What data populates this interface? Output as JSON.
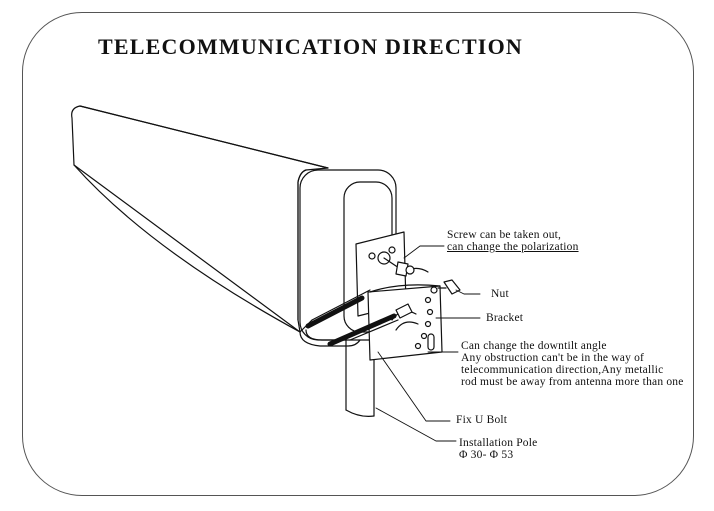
{
  "title": "TELECOMMUNICATION DIRECTION",
  "labels": {
    "screw_line1": "Screw can be taken out,",
    "screw_line2": "can change the polarization",
    "nut": "Nut",
    "bracket": "Bracket",
    "downtilt_line1": "Can change the downtilt angle",
    "downtilt_line2": "Any obstruction can't be in the way of",
    "downtilt_line3": "telecommunication direction,Any metallic",
    "downtilt_line4": "rod must be away from antenna more than one",
    "u_bolt": "Fix U Bolt",
    "pole_line1": "Installation Pole",
    "pole_line2": "Φ 30- Φ 53"
  }
}
